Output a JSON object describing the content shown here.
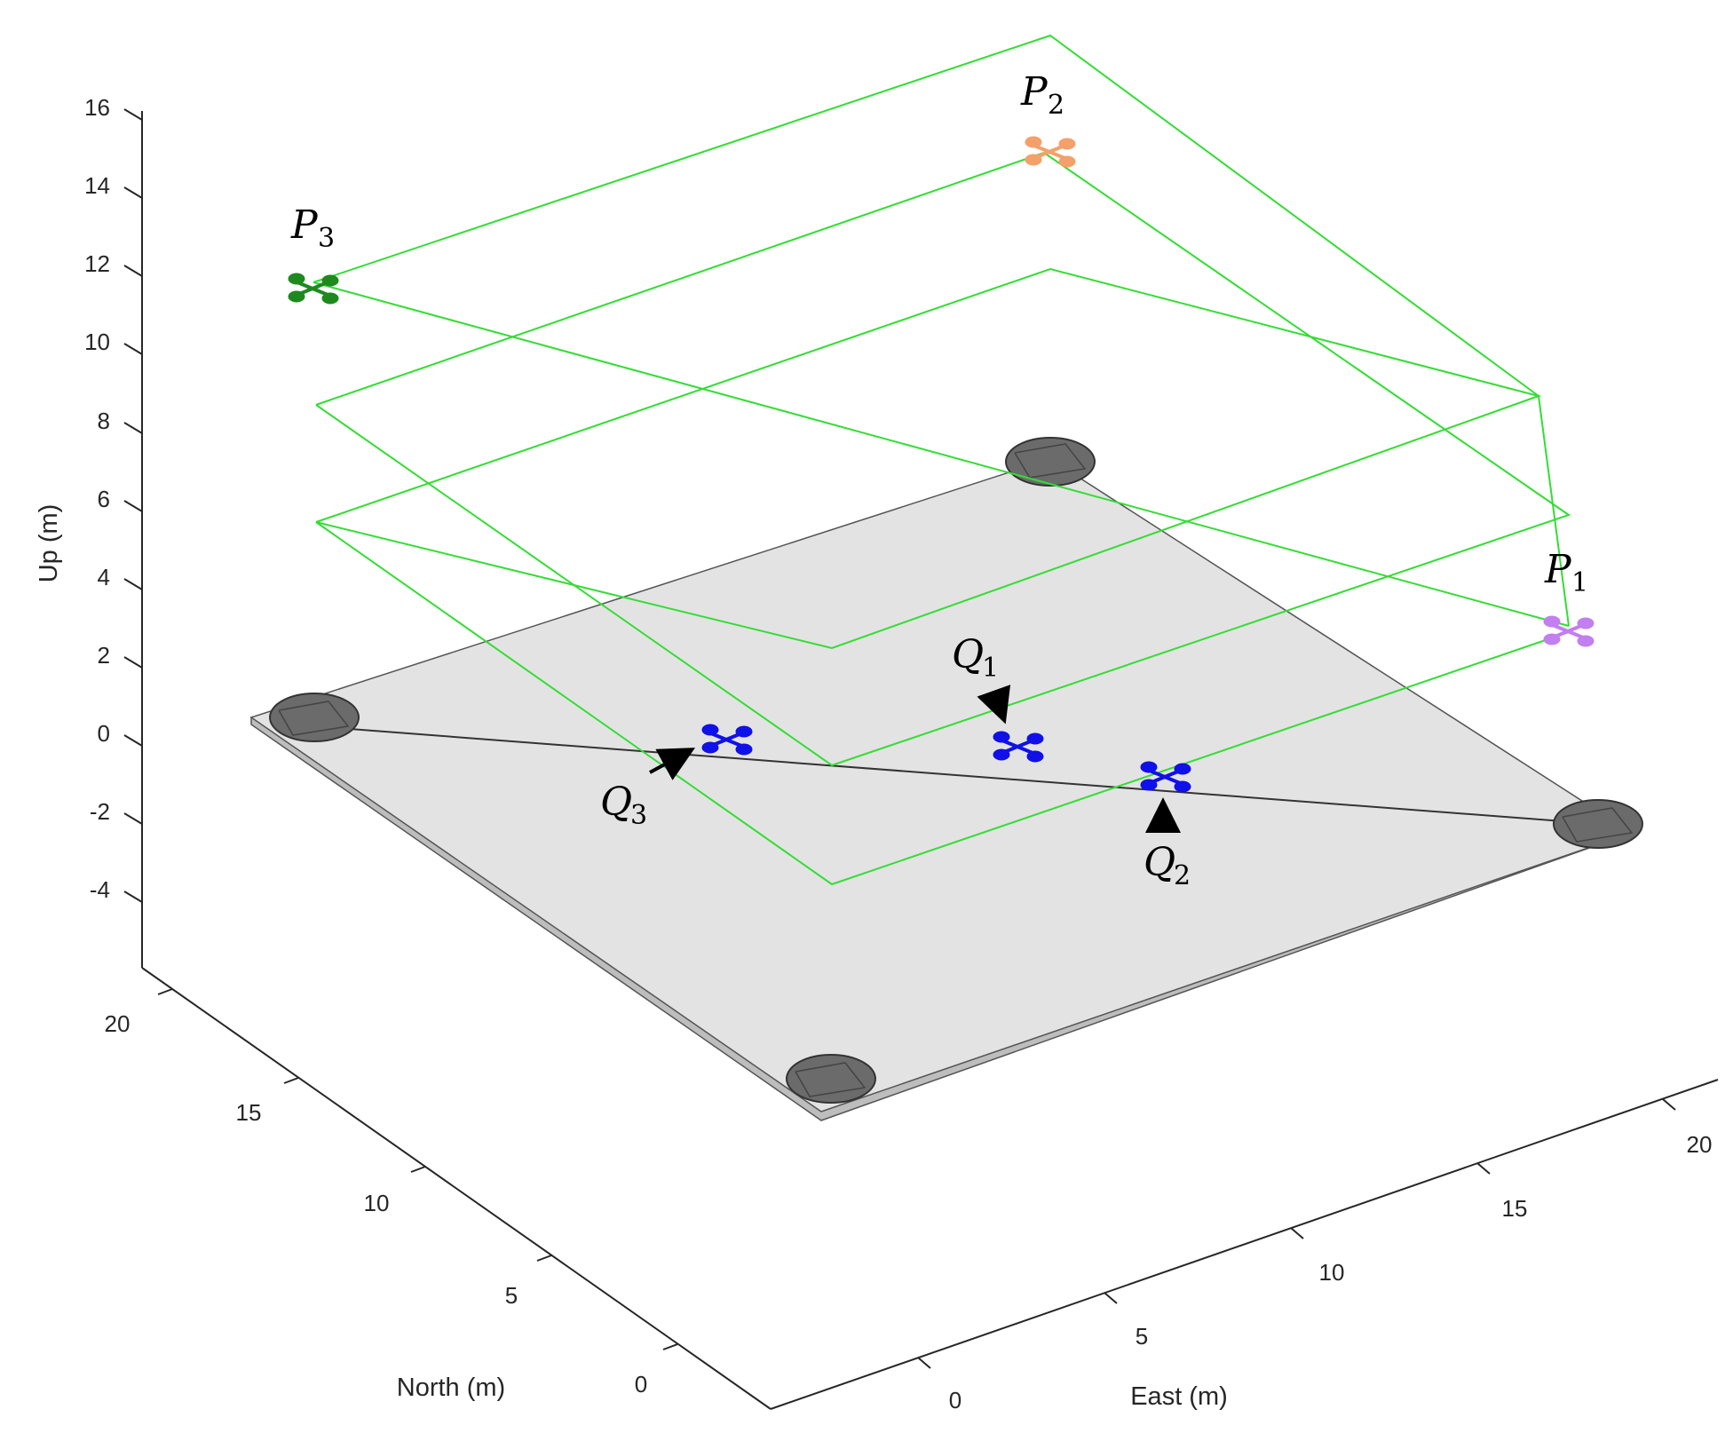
{
  "axes": {
    "up_label": "Up (m)",
    "north_label": "North (m)",
    "east_label": "East (m)",
    "up_ticks": [
      "16",
      "14",
      "12",
      "10",
      "8",
      "6",
      "4",
      "2",
      "0",
      "-2",
      "-4"
    ],
    "north_ticks": [
      "20",
      "15",
      "10",
      "5",
      "0"
    ],
    "east_ticks": [
      "0",
      "5",
      "10",
      "15",
      "20"
    ]
  },
  "labels": {
    "P1": {
      "letter": "P",
      "sub": "1"
    },
    "P2": {
      "letter": "P",
      "sub": "2"
    },
    "P3": {
      "letter": "P",
      "sub": "3"
    },
    "Q1": {
      "letter": "Q",
      "sub": "1"
    },
    "Q2": {
      "letter": "Q",
      "sub": "2"
    },
    "Q3": {
      "letter": "Q",
      "sub": "3"
    }
  },
  "colors": {
    "path": "#33dd33",
    "platform": "#e3e3e3",
    "platform_edge": "#555555",
    "pad": "#6b6b6b",
    "drone_q": "#1010e8",
    "drone_p1": "#c27fef",
    "drone_p2": "#f4a06a",
    "drone_p3": "#1e8a1e",
    "axis": "#262626"
  }
}
